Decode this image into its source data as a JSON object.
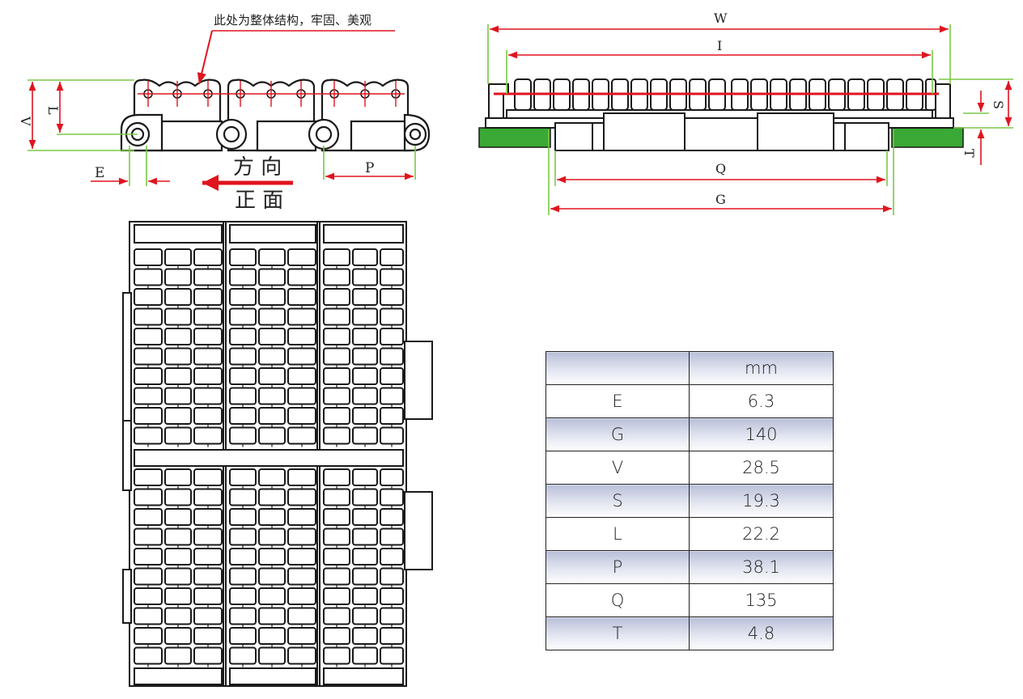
{
  "annotation": "此处为整体结构，牢固、美观",
  "direction_label": "方 向",
  "view_label": "正 面",
  "dimension_labels": {
    "V": "V",
    "L": "L",
    "E": "E",
    "P": "P",
    "W": "W",
    "I": "I",
    "Q": "Q",
    "G": "G",
    "S": "S",
    "T": "T"
  },
  "spec_table": {
    "header": [
      "",
      "mm"
    ],
    "rows": [
      {
        "label": "E",
        "value": "6.3"
      },
      {
        "label": "G",
        "value": "140"
      },
      {
        "label": "V",
        "value": "28.5"
      },
      {
        "label": "S",
        "value": "19.3"
      },
      {
        "label": "L",
        "value": "22.2"
      },
      {
        "label": "P",
        "value": "38.1"
      },
      {
        "label": "Q",
        "value": "135"
      },
      {
        "label": "T",
        "value": "4.8"
      }
    ]
  },
  "colors": {
    "outline": "#1a1a1a",
    "dimension_red": "#e0141e",
    "extension_green": "#7ac943",
    "wear_strip_green": "#3aa935",
    "table_shade": "#b8bfd8"
  }
}
